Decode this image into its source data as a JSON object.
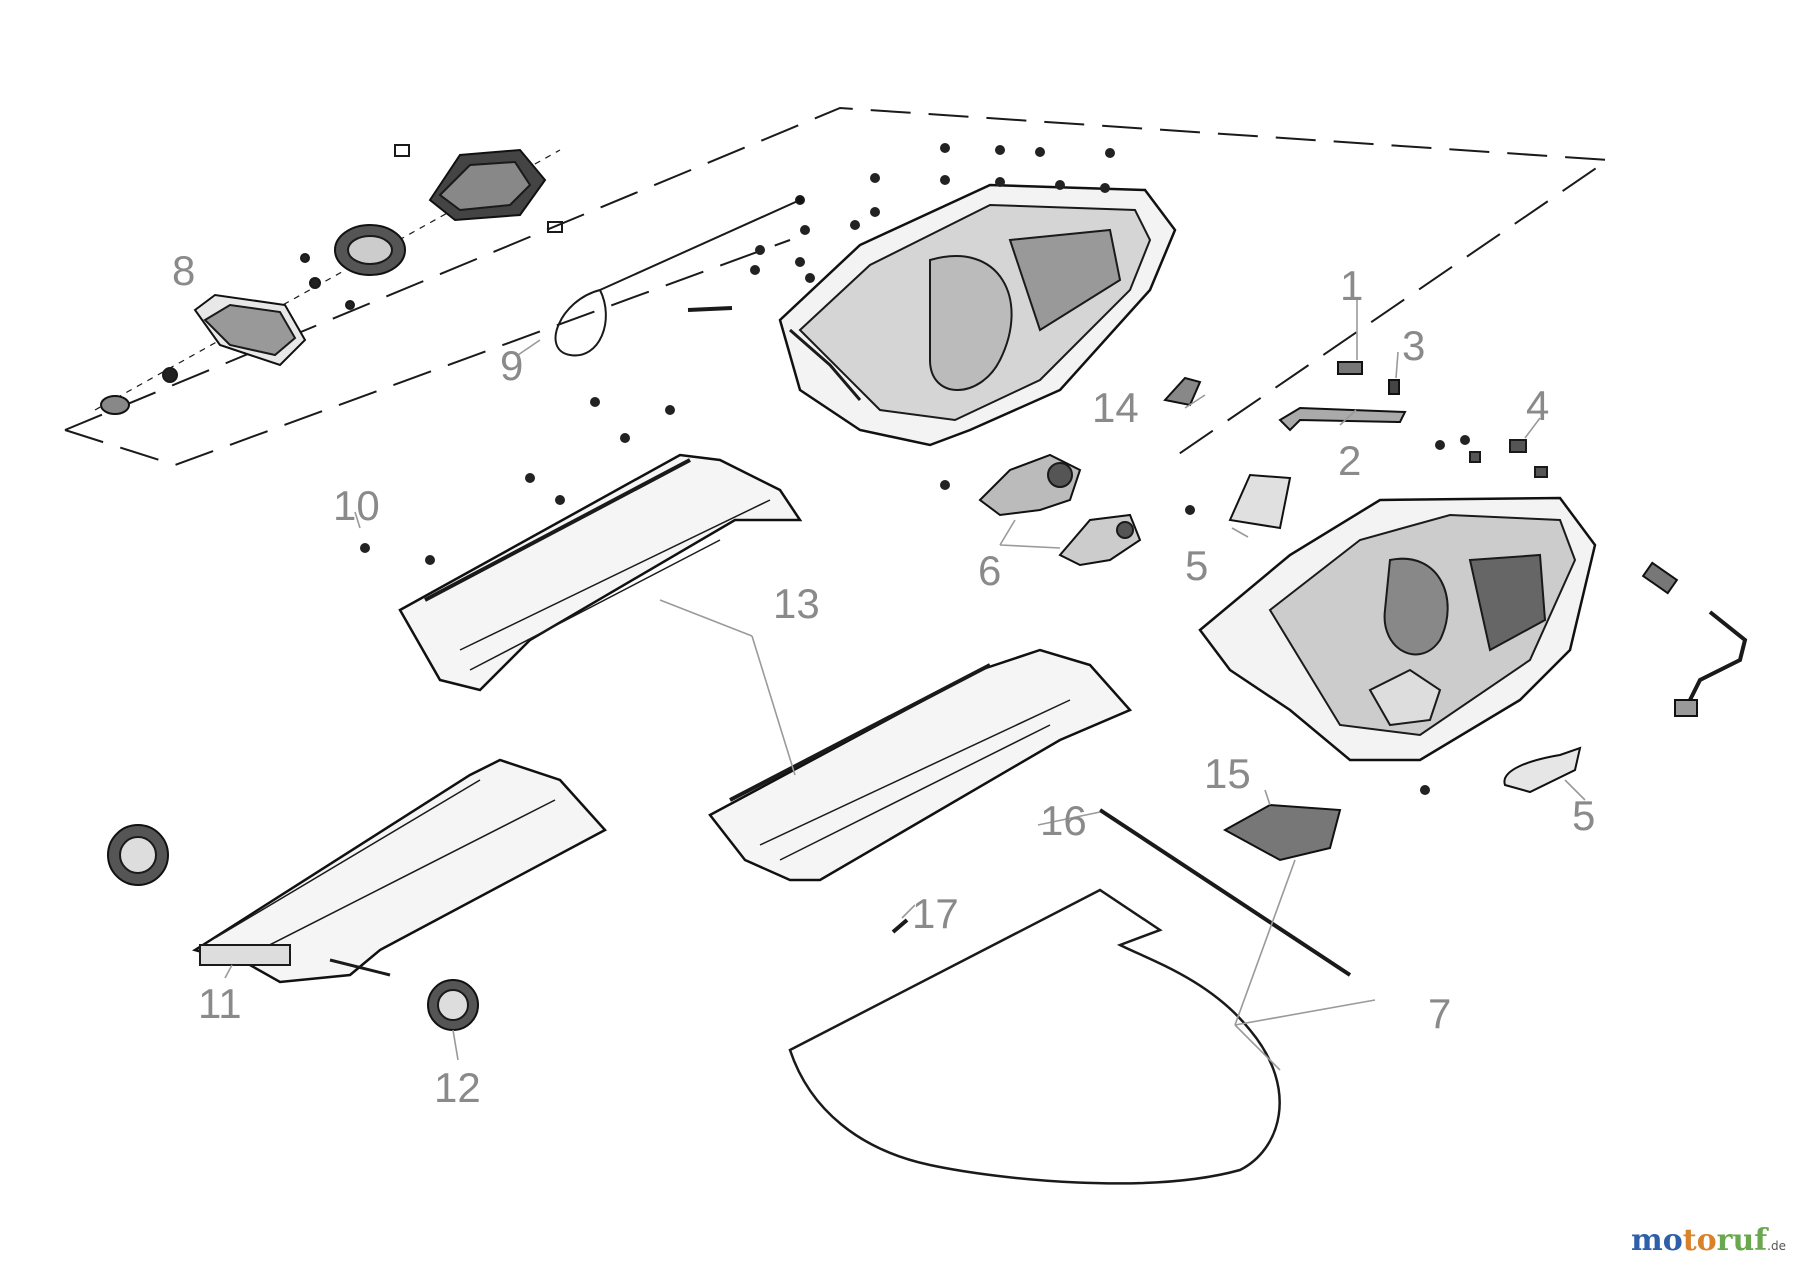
{
  "diagram": {
    "callouts": [
      "1",
      "2",
      "3",
      "4",
      "5",
      "5",
      "6",
      "7",
      "8",
      "9",
      "10",
      "11",
      "12",
      "13",
      "14",
      "15",
      "16",
      "17"
    ]
  },
  "brand": {
    "part1": "mo",
    "part2": "to",
    "part3": "ruf",
    "tld": ".de"
  },
  "colors": {
    "line": "#1a1a1a",
    "leader": "#9a9a9a",
    "label": "#8a8a8a",
    "brand_blue": "#2f5fa8",
    "brand_orange": "#d9822b",
    "brand_green": "#6aa84f"
  }
}
